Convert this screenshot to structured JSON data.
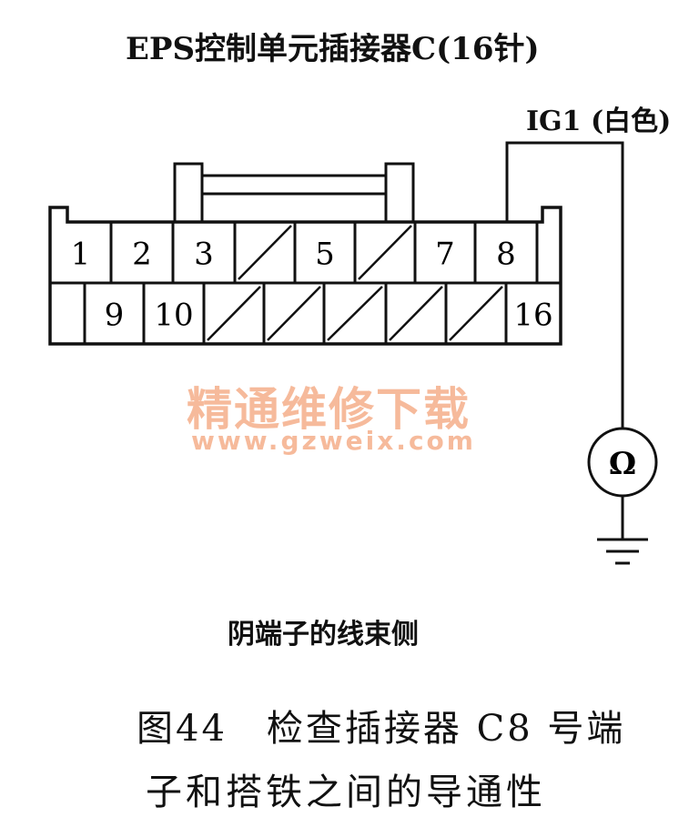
{
  "title": "EPS控制单元插接器C(16针)",
  "wire_label": "IG1 (白色)",
  "meter_symbol": "Ω",
  "pins_row1": [
    "1",
    "2",
    "3",
    "",
    "5",
    "",
    "7",
    "8",
    ""
  ],
  "pins_row2": [
    "",
    "9",
    "10",
    "",
    "",
    "",
    "",
    "",
    "16"
  ],
  "side_label": "阴端子的线束侧",
  "caption_line1": "图44　检查插接器 C8 号端",
  "caption_line2": "子和搭铁之间的导通性",
  "watermark": {
    "chinese": "精通维修下载",
    "url": "www.gzweix.com",
    "color": "#f4a37a"
  },
  "colors": {
    "line": "#111111",
    "background": "#ffffff"
  }
}
